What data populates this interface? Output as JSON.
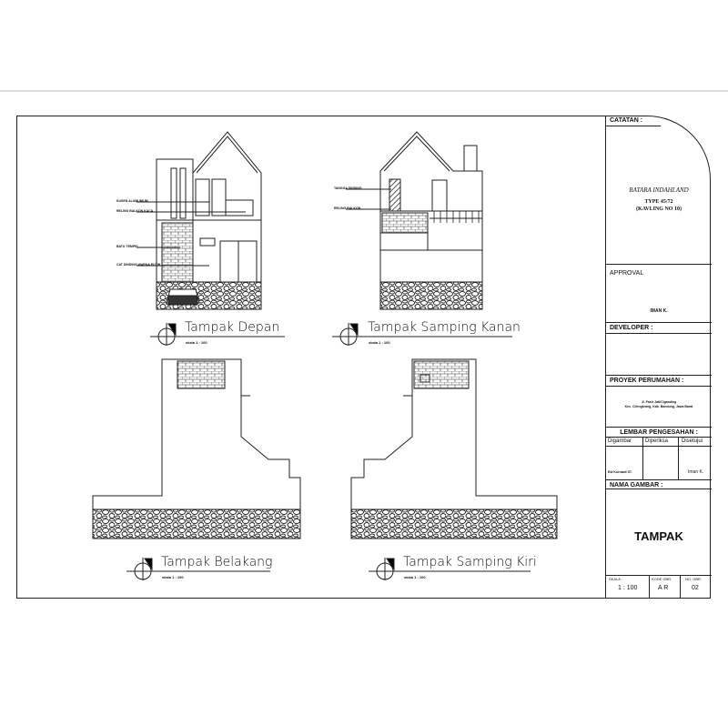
{
  "title_block": {
    "catatan_label": "CATATAN :",
    "company": "BATARA INDAHLAND",
    "type": "TYPE 45/72",
    "kavling": "(KAVLING NO 10)",
    "approval_label": "APPROVAL",
    "approval_name": "IMAN K.",
    "developer_label": "DEVELOPER :",
    "proyek_label": "PROYEK PERUMAHAN :",
    "proyek_address_1": "Jl. Pasir Jati/Ciganding",
    "proyek_address_2": "Kec. Cilengkrang, Kab. Bandung, Jawa Barat",
    "lembar_label": "LEMBAR PENGESAHAN :",
    "col_digambar": "Digambar",
    "col_diperiksa": "Diperiksa",
    "col_disetujui": "Disetujui",
    "digambar_name": "Edi Kurniadi ST.",
    "disetujui_name": "Iman K.",
    "nama_gambar_label": "NAMA GAMBAR :",
    "nama_gambar": "TAMPAK",
    "skala_label": "SKALA :",
    "skala": "1 : 100",
    "kode_label": "KODE GBR.",
    "kode": "A R",
    "no_label": "NO. GBR.",
    "no": "02"
  },
  "views": [
    {
      "title": "Tampak Depan",
      "scale": "skala 1 : 100"
    },
    {
      "title": "Tampak Samping Kanan",
      "scale": "skala 1 : 100"
    },
    {
      "title": "Tampak Belakang",
      "scale": "skala 1 : 100"
    },
    {
      "title": "Tampak Samping Kiri",
      "scale": "skala 1 : 100"
    }
  ],
  "notes": {
    "front": [
      "KUSEN ALUMUNIUM",
      "RELING BALKON KACA",
      "BATU TEMPEL",
      "CAT DINDING WARNA PUTIH"
    ],
    "side": [
      "TANGGA DINDING",
      "RELING BALKON"
    ]
  }
}
